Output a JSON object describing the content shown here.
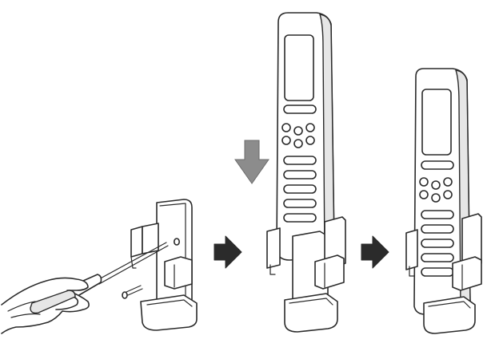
{
  "colors": {
    "line": "#2a2a2a",
    "arrow": "#2b2b2b",
    "down_arrow": "#8c8c8c",
    "background": "#ffffff"
  },
  "steps": [
    {
      "id": 1,
      "icon": "screwdriver-mount-holder-icon"
    },
    {
      "id": 2,
      "icon": "insert-remote-icon"
    },
    {
      "id": 3,
      "icon": "remote-in-holder-icon"
    }
  ],
  "arrows": [
    "right-arrow-icon",
    "right-arrow-icon",
    "down-arrow-icon"
  ]
}
